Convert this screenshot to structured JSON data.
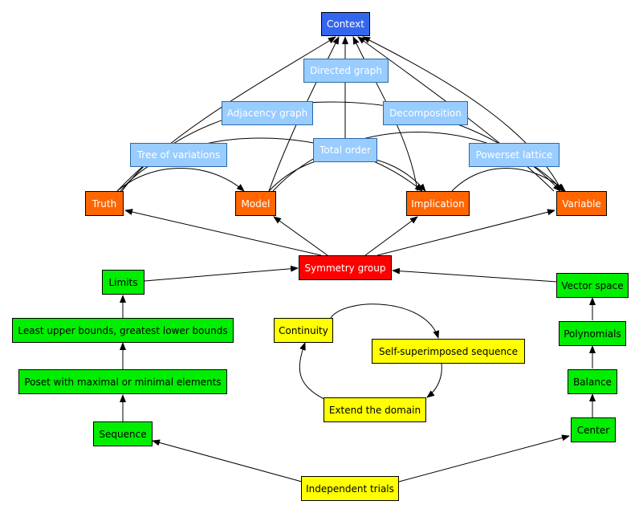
{
  "nodes": {
    "context": "Context",
    "directed_graph": "Directed graph",
    "adjacency_graph": "Adjacency graph",
    "decomposition": "Decomposition",
    "tree_of_variations": "Tree of variations",
    "total_order": "Total order",
    "powerset_lattice": "Powerset lattice",
    "truth": "Truth",
    "model": "Model",
    "implication": "Implication",
    "variable": "Variable",
    "symmetry_group": "Symmetry group",
    "limits": "Limits",
    "least_upper_bounds": "Least upper bounds, greatest lower bounds",
    "poset": "Poset with maximal or minimal elements",
    "sequence": "Sequence",
    "continuity": "Continuity",
    "self_superimposed": "Self-superimposed sequence",
    "extend_domain": "Extend the domain",
    "vector_space": "Vector space",
    "polynomials": "Polynomials",
    "balance": "Balance",
    "center": "Center",
    "independent_trials": "Independent trials"
  },
  "colors": {
    "context": "#3366ee",
    "light_blue": "#99ccff",
    "orange": "#ff6600",
    "red": "#ff0000",
    "green": "#00ee00",
    "yellow": "#ffff00"
  }
}
